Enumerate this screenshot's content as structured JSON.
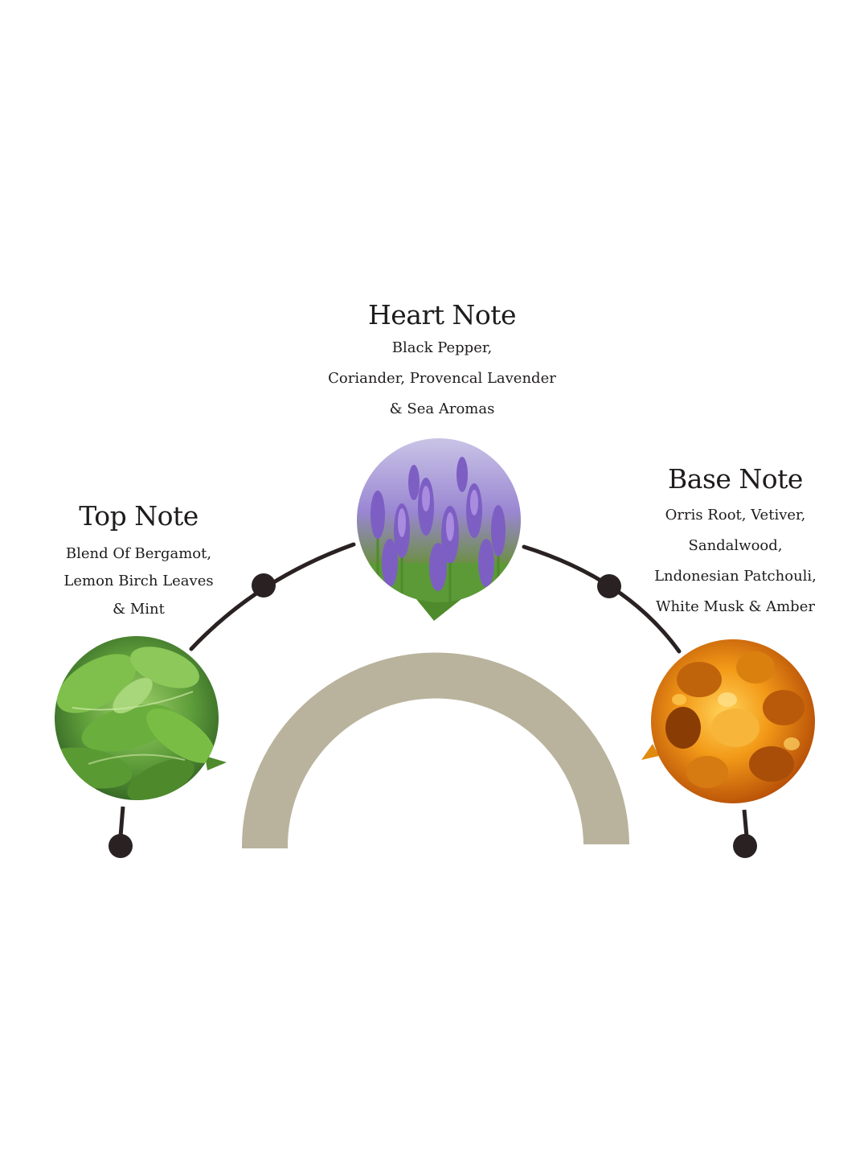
{
  "notes": {
    "top": {
      "title": "Top Note",
      "lines": [
        "Blend Of Bergamot,",
        "Lemon Birch Leaves",
        "& Mint"
      ],
      "image": "mint-leaves"
    },
    "heart": {
      "title": "Heart Note",
      "lines": [
        "Black Pepper,",
        "Coriander, Provencal Lavender",
        "& Sea Aromas"
      ],
      "image": "lavender-field"
    },
    "base": {
      "title": "Base Note",
      "lines": [
        "Orris Root, Vetiver,",
        "Sandalwood,",
        "Lndonesian Patchouli,",
        "White Musk & Amber"
      ],
      "image": "amber-resin"
    }
  },
  "colors": {
    "arc": "#b9b39d",
    "line": "#2a2222",
    "text": "#1e1b1b",
    "mint": "#5c9a3a",
    "lavender": "#8a6cc8",
    "amber": "#e07a10"
  }
}
